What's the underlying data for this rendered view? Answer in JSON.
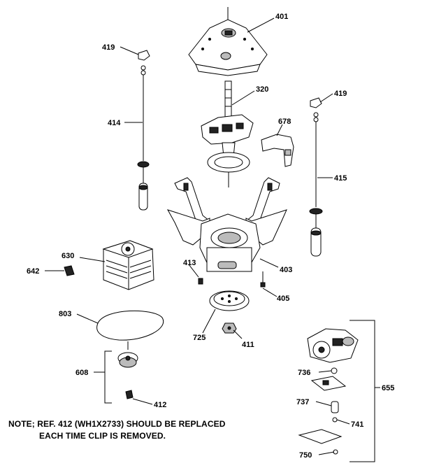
{
  "callouts": {
    "c401": "401",
    "c419a": "419",
    "c419b": "419",
    "c414": "414",
    "c320": "320",
    "c678": "678",
    "c415": "415",
    "c630": "630",
    "c642": "642",
    "c413": "413",
    "c403": "403",
    "c405": "405",
    "c803": "803",
    "c725": "725",
    "c411": "411",
    "c608": "608",
    "c412": "412",
    "c736": "736",
    "c655": "655",
    "c737": "737",
    "c741": "741",
    "c750": "750"
  },
  "note": {
    "line1": "NOTE; REF. 412 (WH1X2733) SHOULD BE REPLACED",
    "line2": "EACH TIME CLIP IS REMOVED."
  }
}
